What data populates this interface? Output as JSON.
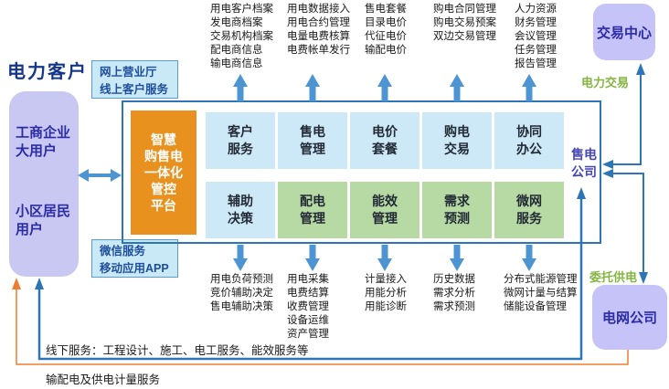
{
  "title": "电力客户",
  "colors": {
    "arrow_blue": "#4C94D2",
    "line_blue": "#2E75B6",
    "line_orange": "#ED7D31",
    "orange_box": "#E8911F",
    "light_blue_box": "#CDE9F8",
    "green_box": "#B7D9A4",
    "purple_box": "#C9C8F2",
    "entity_purple": "#C5C3F7",
    "dark_blue_text": "#2B2BA6",
    "green_text": "#84B541"
  },
  "left": {
    "customer_groups": [
      "工商企业\n大用户",
      "小区居民\n用户"
    ],
    "online_service": "网上营业厅\n线上客户服务",
    "mobile_service": "微信服务\n移动应用APP"
  },
  "platform": {
    "core_label": "智慧\n购售电\n一体化\n管控\n平台",
    "modules_row1": [
      "客户\n服务",
      "售电\n管理",
      "电价\n套餐",
      "购电\n交易",
      "协同\n办公"
    ],
    "modules_row2": [
      "辅助\n决策",
      "配电\n管理",
      "能效\n管理",
      "需求\n预测",
      "微网\n服务"
    ],
    "company_label": "售电\n公司"
  },
  "top_annotations": [
    "用电客户档案\n发电商档案\n交易机构档案\n配电商信息\n输电商信息",
    "用电数据接入\n用电合约管理\n电量电费核算\n电费帐单发行",
    "售电套餐\n目录电价\n代征电价\n输配电价",
    "购电合同管理\n购电交易预案\n双边交易管理",
    "人力资源\n财务管理\n会议管理\n任务管理\n报告管理"
  ],
  "bottom_annotations": [
    "用电负荷预测\n竞价辅助决定\n售电辅助决策",
    "用电采集\n电费结算\n收费管理\n设备运维\n资产管理",
    "计量接入\n用能分析\n用能诊断",
    "历史数据\n需求分析\n需求预测",
    "分布式能源管理\n微网计量与结算\n储能设备管理"
  ],
  "right": {
    "trading_center": "交易中心",
    "grid_company": "电网公司",
    "power_trade_label": "电力交易",
    "entrusted_supply_label": "委托供电"
  },
  "bottom": {
    "offline_service": "线下服务：工程设计、施工、电工服务、能效服务等",
    "metering_service": "输配电及供电计量服务"
  }
}
